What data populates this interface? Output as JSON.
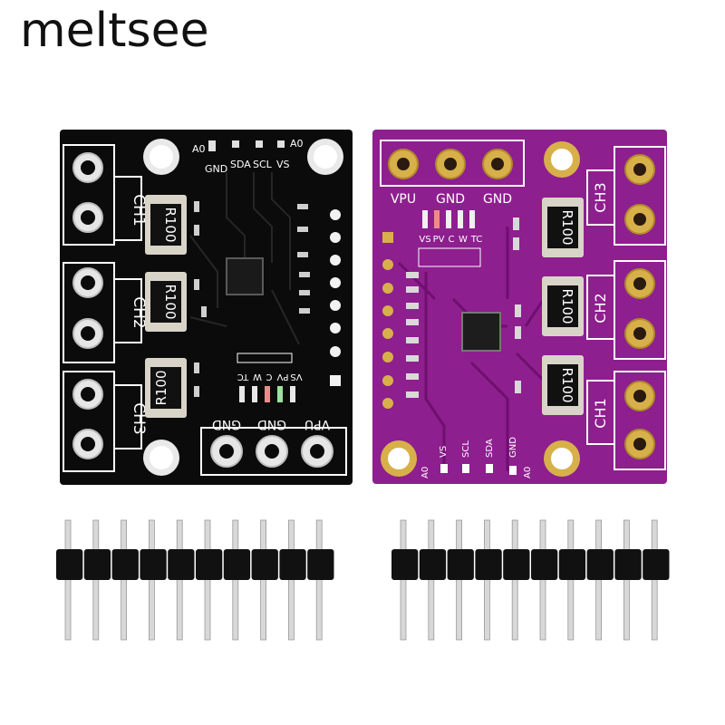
{
  "brand": "meltsee",
  "black_board": {
    "color": "#0b0b0b",
    "pads_top": [
      "A0",
      "GND",
      "SDA",
      "SCL",
      "VS",
      "A0"
    ],
    "channels": [
      "CH1",
      "CH2",
      "CH3"
    ],
    "resistors": [
      "R100",
      "R100",
      "R100"
    ],
    "leds": [
      "TC",
      "W",
      "C",
      "PV",
      "VS"
    ],
    "power": [
      "GND",
      "GND",
      "VPU"
    ]
  },
  "purple_board": {
    "color": "#8e1f8e",
    "power": [
      "VPU",
      "GND",
      "GND"
    ],
    "leds": [
      "VS",
      "PV",
      "C",
      "W",
      "TC"
    ],
    "channels": [
      "CH3",
      "CH2",
      "CH1"
    ],
    "resistors": [
      "R100",
      "R100",
      "R100"
    ],
    "pads_bottom": [
      "A0",
      "VS",
      "SCL",
      "SDA",
      "GND",
      "A0"
    ]
  },
  "header_pins": {
    "count": 10,
    "body_color": "#111111",
    "pin_color": "#d8d8d8"
  }
}
